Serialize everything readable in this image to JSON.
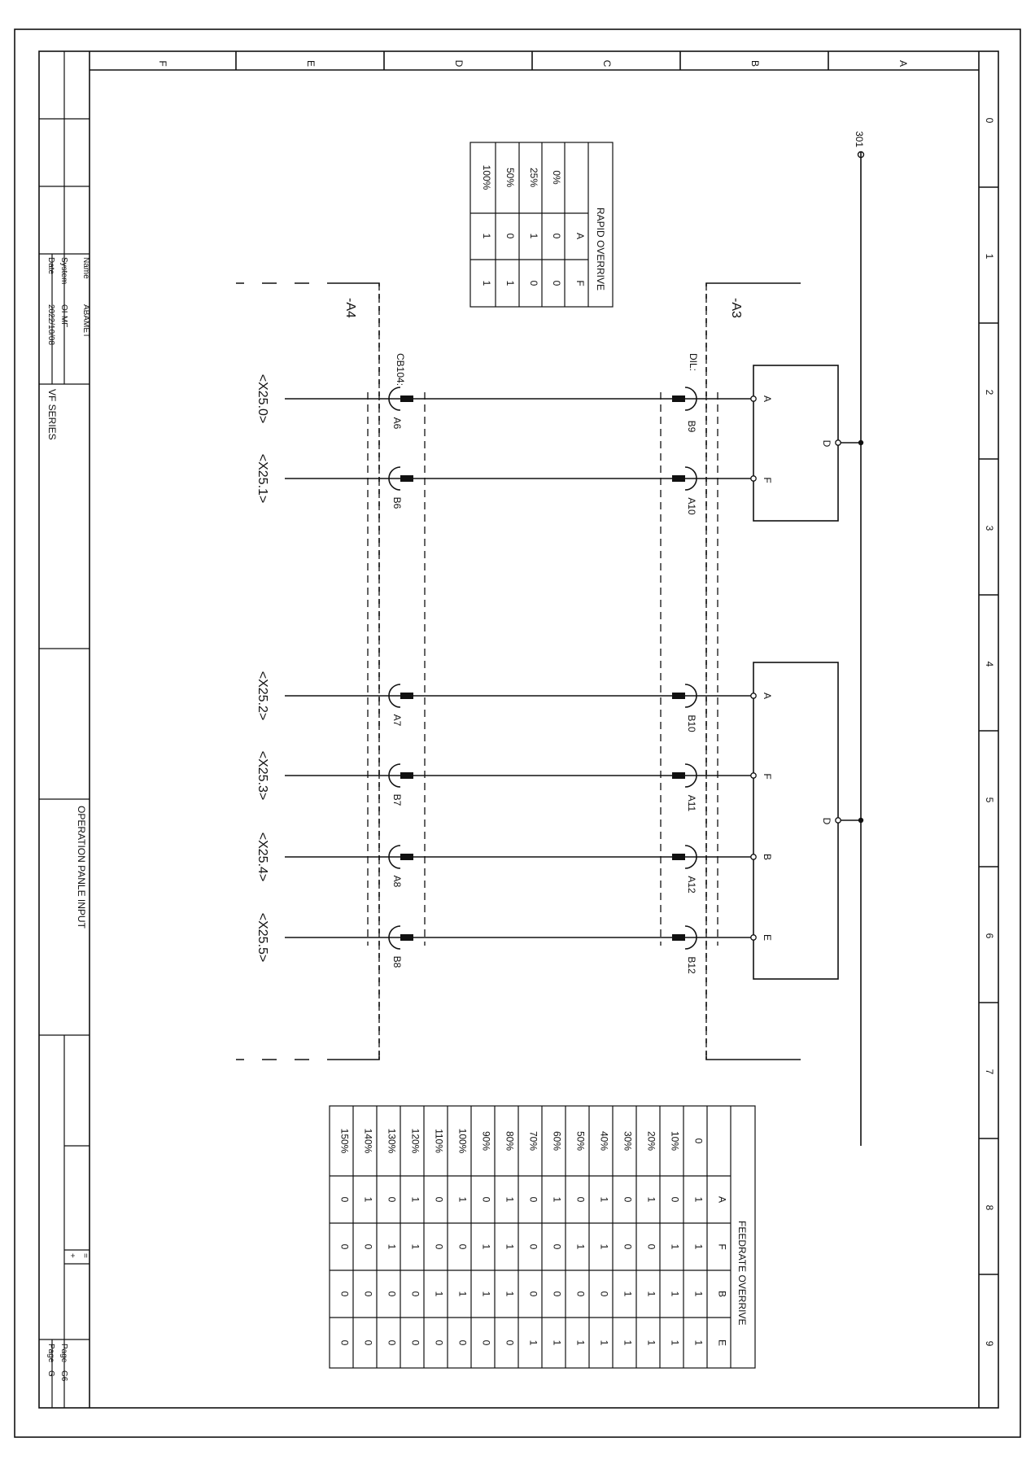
{
  "title_block": {
    "name_label": "Name",
    "name_value": "ABAMET",
    "system_label": "System",
    "system_value": "OI-MF",
    "date_label": "Date",
    "date_value": "2022/10/08",
    "series": "VF SERIES",
    "drawing_title": "OPERATION PANLE INPUT",
    "sym_eq": "=",
    "sym_plus": "+",
    "page_label_1": "Page",
    "page_value_1": "G6",
    "page_label_2": "Page",
    "page_value_2": "G"
  },
  "frame": {
    "letters": [
      "F",
      "E",
      "D",
      "C",
      "B",
      "A"
    ],
    "numbers": [
      "0",
      "1",
      "2",
      "3",
      "4",
      "5",
      "6",
      "7",
      "8",
      "9"
    ]
  },
  "schematic": {
    "net_301": "301",
    "device_a3": "-A3",
    "device_a4": "-A4",
    "conn_dil": "DIL:",
    "conn_cb104": "CB104:",
    "pins_dil": [
      "B9",
      "A10",
      "B10",
      "A11",
      "A12",
      "B12"
    ],
    "pins_cb": [
      "A6",
      "B6",
      "A7",
      "B7",
      "A8",
      "B8"
    ],
    "signals": [
      "<X25.0>",
      "<X25.1>",
      "<X25.2>",
      "<X25.3>",
      "<X25.4>",
      "<X25.5>"
    ],
    "switch_top_pins": [
      "A",
      "F"
    ],
    "switch_top_common": "D",
    "switch_bottom_pins": [
      "A",
      "F",
      "B",
      "E"
    ],
    "switch_bottom_common": "D"
  },
  "rapid_table": {
    "title": "RAPID OVERRIVE",
    "headers": [
      "",
      "A",
      "F"
    ],
    "rows": [
      [
        "0%",
        "0",
        "0"
      ],
      [
        "25%",
        "1",
        "0"
      ],
      [
        "50%",
        "0",
        "1"
      ],
      [
        "100%",
        "1",
        "1"
      ]
    ]
  },
  "feed_table": {
    "title": "FEEDRATE OVERRIVE",
    "headers": [
      "",
      "A",
      "F",
      "B",
      "E"
    ],
    "rows": [
      [
        "0",
        "1",
        "1",
        "1",
        "1"
      ],
      [
        "10%",
        "0",
        "1",
        "1",
        "1"
      ],
      [
        "20%",
        "1",
        "0",
        "1",
        "1"
      ],
      [
        "30%",
        "0",
        "0",
        "1",
        "1"
      ],
      [
        "40%",
        "1",
        "1",
        "0",
        "1"
      ],
      [
        "50%",
        "0",
        "1",
        "0",
        "1"
      ],
      [
        "60%",
        "1",
        "0",
        "0",
        "1"
      ],
      [
        "70%",
        "0",
        "0",
        "0",
        "1"
      ],
      [
        "80%",
        "1",
        "1",
        "1",
        "0"
      ],
      [
        "90%",
        "0",
        "1",
        "1",
        "0"
      ],
      [
        "100%",
        "1",
        "0",
        "1",
        "0"
      ],
      [
        "110%",
        "0",
        "0",
        "1",
        "0"
      ],
      [
        "120%",
        "1",
        "1",
        "0",
        "0"
      ],
      [
        "130%",
        "0",
        "1",
        "0",
        "0"
      ],
      [
        "140%",
        "1",
        "0",
        "0",
        "0"
      ],
      [
        "150%",
        "0",
        "0",
        "0",
        "0"
      ]
    ]
  }
}
